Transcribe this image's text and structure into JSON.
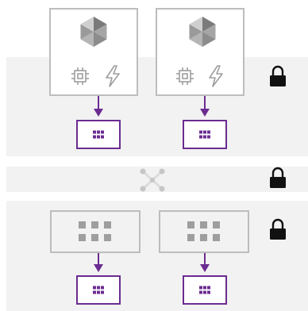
{
  "diagram": {
    "colors": {
      "band": "#f2f2f2",
      "node_border": "#bdbdbd",
      "accent": "#6b2c91",
      "icon_grey": "#9e9e9e",
      "lock": "#111111"
    },
    "bands": [
      {
        "name": "compute-band",
        "lock_icon": "lock-icon",
        "nodes": [
          {
            "top_icon": "cube-icon",
            "bottom_icons": [
              "chip-icon",
              "lightning-icon"
            ],
            "target_icon": "grid-icon"
          },
          {
            "top_icon": "cube-icon",
            "bottom_icons": [
              "chip-icon",
              "lightning-icon"
            ],
            "target_icon": "grid-icon"
          }
        ]
      },
      {
        "name": "network-band",
        "center_icon": "network-nodes-icon",
        "lock_icon": "lock-icon"
      },
      {
        "name": "storage-band",
        "lock_icon": "lock-icon",
        "nodes": [
          {
            "box_icon": "grid-icon",
            "target_icon": "grid-icon"
          },
          {
            "box_icon": "grid-icon",
            "target_icon": "grid-icon"
          }
        ]
      }
    ]
  }
}
